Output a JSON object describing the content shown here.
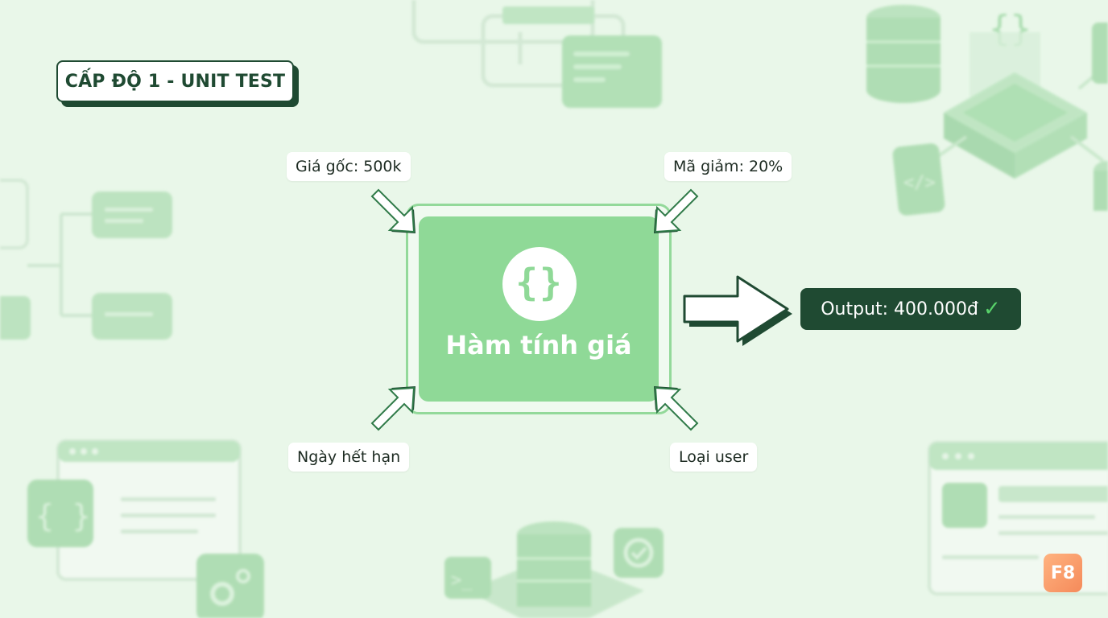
{
  "title_badge": "CẤP ĐỘ 1 - UNIT TEST",
  "inputs": {
    "base_price": "Giá gốc: 500k",
    "discount_code": "Mã giảm: 20%",
    "expiry_date": "Ngày hết hạn",
    "user_type": "Loại user"
  },
  "function_box": {
    "icon": "curly-braces-icon",
    "icon_glyph": "{}",
    "label": "Hàm tính giá"
  },
  "output": {
    "label": "Output: 400.000đ",
    "check_glyph": "✓"
  },
  "logo": {
    "text": "F8"
  },
  "colors": {
    "background": "#e9f7e9",
    "dark_green": "#1f4a32",
    "function_green": "#8fd997",
    "check_green": "#58d26a",
    "logo_orange": "#f58a5a"
  }
}
